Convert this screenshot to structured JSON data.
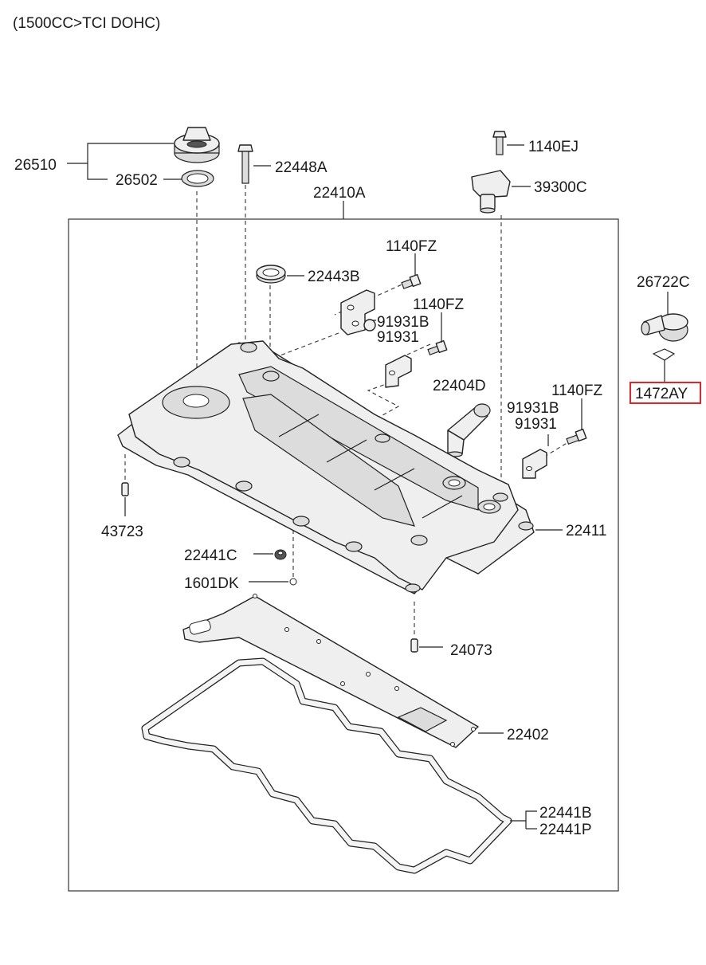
{
  "caption": "(1500CC>TCI DOHC)",
  "labels": {
    "p26510": "26510",
    "p26502": "26502",
    "p22448A": "22448A",
    "p22410A": "22410A",
    "p1140EJ": "1140EJ",
    "p39300C": "39300C",
    "p1140FZ_a": "1140FZ",
    "p22443B": "22443B",
    "p1140FZ_b": "1140FZ",
    "p91931B_a": "91931B",
    "p91931_a": "91931",
    "p22404D": "22404D",
    "p1140FZ_c": "1140FZ",
    "p91931B_b": "91931B",
    "p91931_b": "91931",
    "p26722C": "26722C",
    "p1472AY": "1472AY",
    "p43723": "43723",
    "p22411": "22411",
    "p22441C": "22441C",
    "p1601DK": "1601DK",
    "p24073": "24073",
    "p22402": "22402",
    "p22441B": "22441B",
    "p22441P": "22441P"
  },
  "highlight": {
    "part": "1472AY",
    "color": "#e0262b"
  },
  "colors": {
    "line": "#222222",
    "part_fill": "#efefef"
  }
}
